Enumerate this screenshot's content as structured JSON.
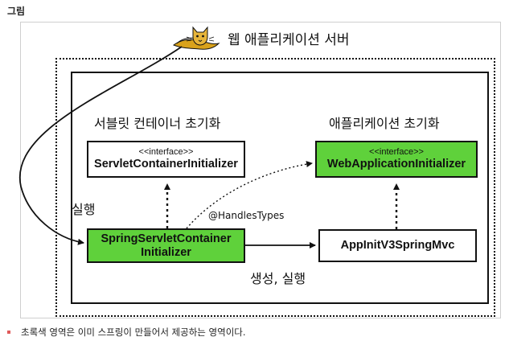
{
  "heading": "그림",
  "server_title": "웹 애플리케이션 서버",
  "sections": {
    "servlet_init": "서블릿 컨테이너 초기화",
    "app_init": "애플리케이션 초기화"
  },
  "boxes": {
    "servlet_container_initializer": {
      "stereotype": "<<interface>>",
      "name": "ServletContainerInitializer"
    },
    "web_application_initializer": {
      "stereotype": "<<interface>>",
      "name": "WebApplicationInitializer"
    },
    "spring_servlet_container_initializer": {
      "line1": "SpringServletContainer",
      "line2": "Initializer"
    },
    "app_init_v3": {
      "name": "AppInitV3SpringMvc"
    }
  },
  "labels": {
    "execute": "실행",
    "handles_types": "@HandlesTypes",
    "create_execute": "생성, 실행"
  },
  "note": "초록색 영역은 이미 스프링이 만들어서 제공하는 영역이다.",
  "colors": {
    "green": "#5fd13b",
    "bullet": "#e05a5a",
    "line": "#111111"
  },
  "icons": {
    "server_logo": "tomcat-logo"
  }
}
